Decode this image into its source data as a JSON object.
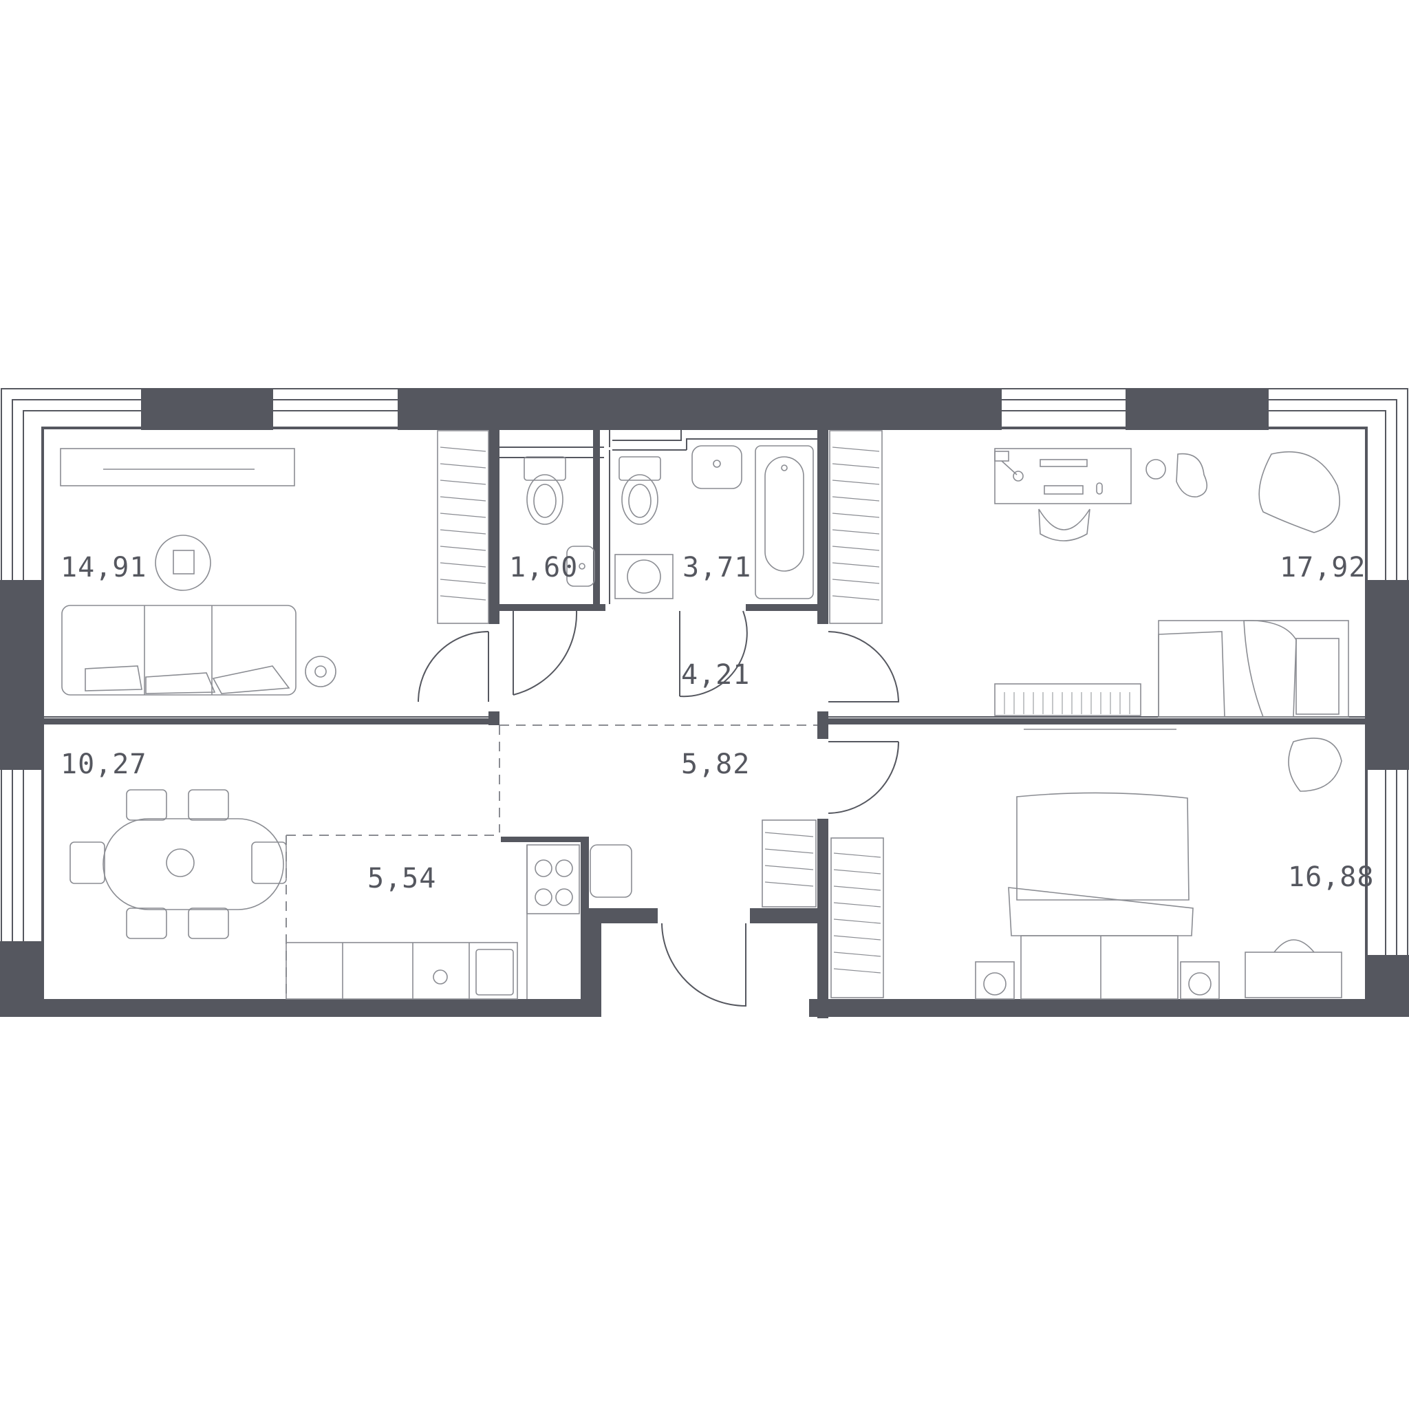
{
  "rooms": [
    {
      "id": "living-room",
      "area": "14,91"
    },
    {
      "id": "wc",
      "area": "1,60"
    },
    {
      "id": "bathroom",
      "area": "3,71"
    },
    {
      "id": "bedroom-top",
      "area": "17,92"
    },
    {
      "id": "hall-upper",
      "area": "4,21"
    },
    {
      "id": "dining",
      "area": "10,27"
    },
    {
      "id": "hall-lower",
      "area": "5,82"
    },
    {
      "id": "kitchen",
      "area": "5,54"
    },
    {
      "id": "bedroom-bottom",
      "area": "16,88"
    }
  ],
  "colors": {
    "wall": "#55575f",
    "furniture": "#8a8c92",
    "background": "#ffffff"
  }
}
